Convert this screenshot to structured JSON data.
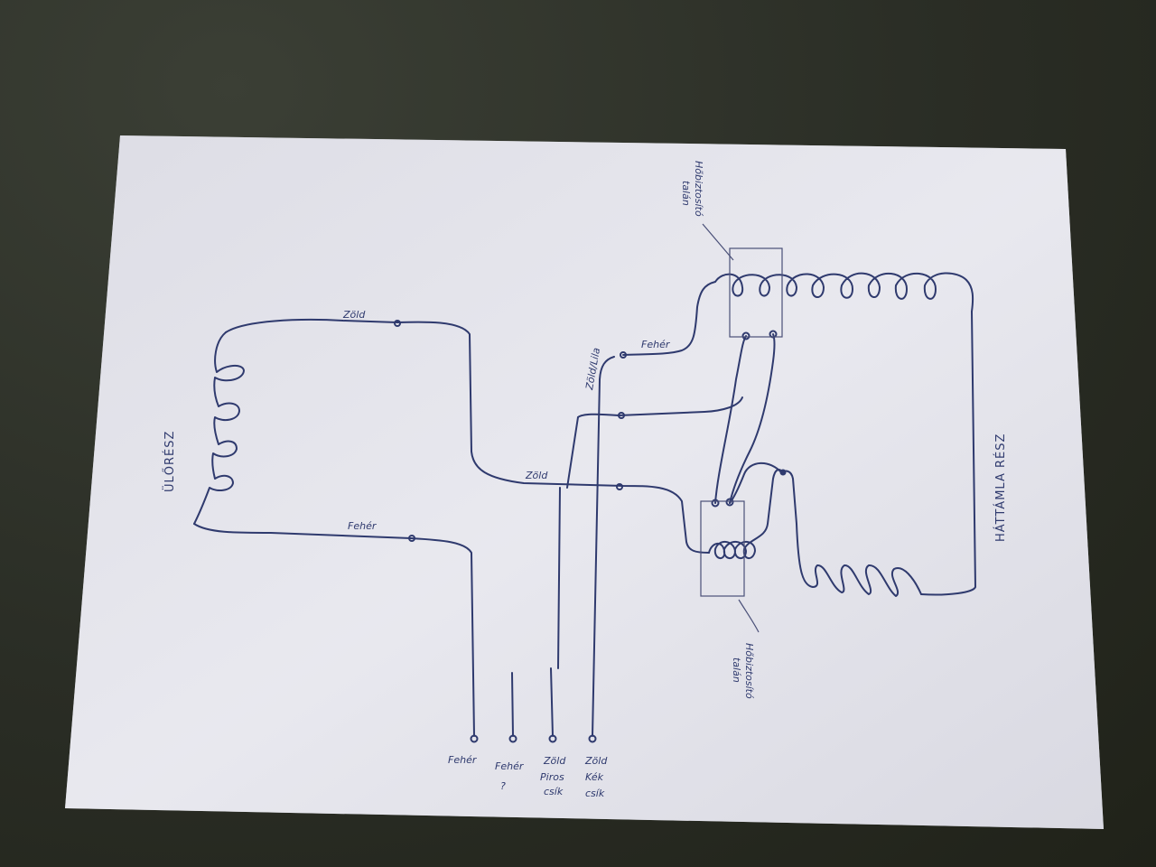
{
  "colors": {
    "background": "#2b2e26",
    "paper": "#e6e6ec",
    "ink": "#2f3a6e"
  },
  "labels": {
    "seat_section": "ÜLŐRÉSZ",
    "backrest_section": "HÁTTÁMLA RÉSZ",
    "top_green": "Zöld",
    "middle_green": "Zöld",
    "bottom_white": "Fehér",
    "top_white": "Fehér",
    "green_red": "Zöld/Lila",
    "thermostat_top_line1": "Hőbiztosító",
    "thermostat_top_line2": "talán",
    "thermostat_bottom_line1": "Hőbiztosító",
    "thermostat_bottom_line2": "talán"
  },
  "terminals": [
    {
      "line1": "Fehér",
      "line2": ""
    },
    {
      "line1": "Fehér",
      "line2": "?"
    },
    {
      "line1": "Zöld",
      "line2": "Piros",
      "line3": "csík"
    },
    {
      "line1": "Zöld",
      "line2": "Kék",
      "line3": "csík"
    }
  ]
}
